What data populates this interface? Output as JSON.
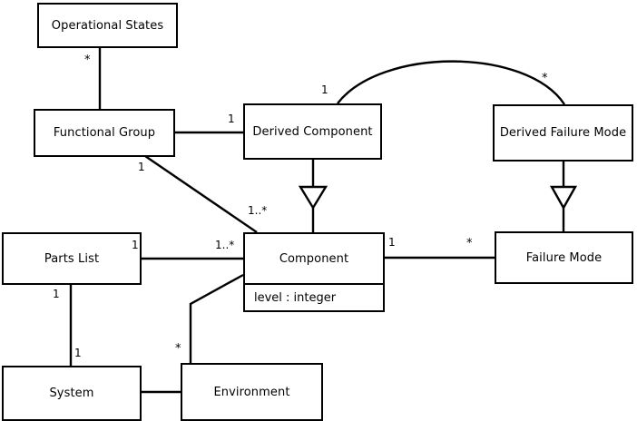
{
  "diagram": {
    "title": "UML Class Diagram",
    "type": "uml-class-diagram",
    "background": "#ffffff",
    "line_color": "#000000"
  },
  "classes": [
    {
      "id": "operational-states",
      "name": "Operational States",
      "attributes": []
    },
    {
      "id": "functional-group",
      "name": "Functional Group",
      "attributes": []
    },
    {
      "id": "derived-component",
      "name": "Derived Component",
      "attributes": []
    },
    {
      "id": "derived-failure-mode",
      "name": "Derived Failure Mode",
      "attributes": []
    },
    {
      "id": "parts-list",
      "name": "Parts List",
      "attributes": []
    },
    {
      "id": "component",
      "name": "Component",
      "attributes": [
        "level : integer"
      ]
    },
    {
      "id": "failure-mode",
      "name": "Failure Mode",
      "attributes": []
    },
    {
      "id": "system",
      "name": "System",
      "attributes": []
    },
    {
      "id": "environment",
      "name": "Environment",
      "attributes": []
    }
  ],
  "class_labels": {
    "operational_states": "Operational States",
    "functional_group": "Functional Group",
    "derived_component": "Derived Component",
    "derived_failure_mode": "Derived Failure Mode",
    "parts_list": "Parts List",
    "component": "Component",
    "component_attr_level": "level : integer",
    "failure_mode": "Failure Mode",
    "system": "System",
    "environment": "Environment"
  },
  "multiplicities": {
    "operational_states_to_functional_group": "*",
    "functional_group_to_derived_component": "1",
    "functional_group_to_component_near_fg": "1",
    "functional_group_to_component_near_comp": "1..*",
    "derived_component_arc_near_dc": "1",
    "derived_component_arc_near_dfm": "*",
    "parts_list_to_component_near_pl": "1",
    "parts_list_to_component_near_comp": "1..*",
    "component_to_failure_mode_near_comp": "1",
    "component_to_failure_mode_near_fm": "*",
    "parts_list_to_system_near_pl": "1",
    "parts_list_to_system_near_sys": "1",
    "environment_to_component": "*"
  },
  "relationships": [
    {
      "from": "Operational States",
      "to": "Functional Group",
      "kind": "association",
      "from_mult": "*",
      "to_mult": ""
    },
    {
      "from": "Functional Group",
      "to": "Derived Component",
      "kind": "association",
      "from_mult": "",
      "to_mult": "1"
    },
    {
      "from": "Functional Group",
      "to": "Component",
      "kind": "association",
      "from_mult": "1",
      "to_mult": "1..*"
    },
    {
      "from": "Derived Component",
      "to": "Derived Failure Mode",
      "kind": "association",
      "from_mult": "1",
      "to_mult": "*"
    },
    {
      "from": "Derived Component",
      "to": "Component",
      "kind": "generalization",
      "from_mult": "",
      "to_mult": ""
    },
    {
      "from": "Derived Failure Mode",
      "to": "Failure Mode",
      "kind": "generalization",
      "from_mult": "",
      "to_mult": ""
    },
    {
      "from": "Parts List",
      "to": "Component",
      "kind": "association",
      "from_mult": "1",
      "to_mult": "1..*"
    },
    {
      "from": "Component",
      "to": "Failure Mode",
      "kind": "association",
      "from_mult": "1",
      "to_mult": "*"
    },
    {
      "from": "Parts List",
      "to": "System",
      "kind": "association",
      "from_mult": "1",
      "to_mult": "1"
    },
    {
      "from": "System",
      "to": "Environment",
      "kind": "association",
      "from_mult": "",
      "to_mult": ""
    },
    {
      "from": "Environment",
      "to": "Component",
      "kind": "association",
      "from_mult": "*",
      "to_mult": ""
    }
  ]
}
